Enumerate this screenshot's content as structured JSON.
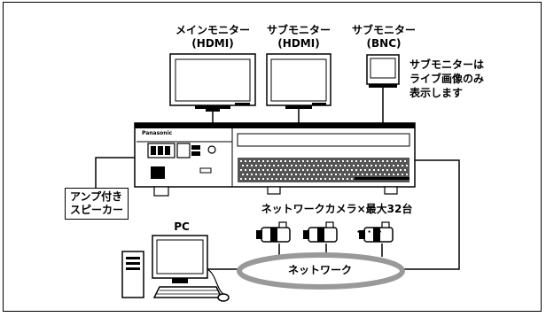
{
  "labels": {
    "main_monitor": [
      "メインモニター",
      "(HDMI)"
    ],
    "sub_monitor_hdmi": [
      "サブモニター",
      "(HDMI)"
    ],
    "sub_monitor_bnc": [
      "サブモニター",
      "(BNC)"
    ],
    "sub_monitor_note": [
      "サブモニターは",
      "ライブ画像のみ",
      "表示します"
    ],
    "speaker": [
      "アンプ付き",
      "スピーカー"
    ],
    "pc": "PC",
    "cameras": "ネットワークカメラ×最大32台",
    "network": "ネットワーク",
    "camera_dots": "・ ・ ・"
  },
  "recorder": {
    "brand": "Panasonic"
  },
  "colors": {
    "line": "#000000",
    "network_ring": "#999999",
    "fill": "#ffffff"
  }
}
